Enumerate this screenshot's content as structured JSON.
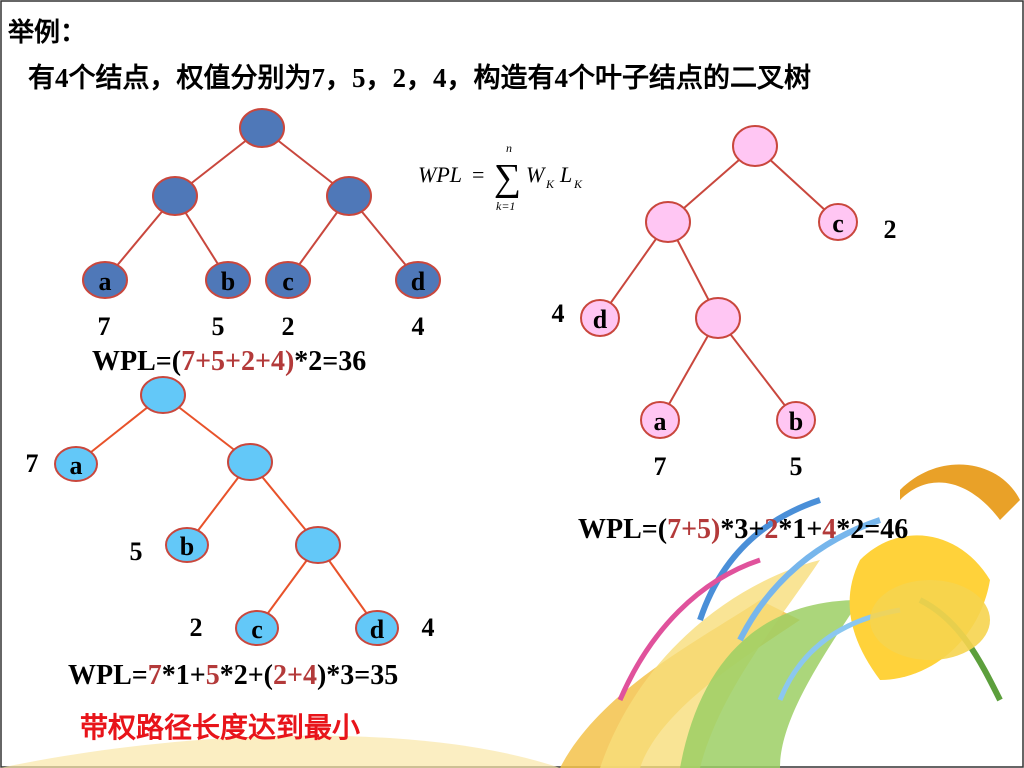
{
  "heading": "举例：",
  "subtitle": {
    "p1": "有",
    "n1": "4",
    "p2": "个结点，权值分别为",
    "n2": "7，5，2，4",
    "p3": "，构造有",
    "n3": "4",
    "p4": "个叶子结点的二叉树"
  },
  "formula": {
    "lhs": "WPL",
    "eq": "=",
    "sum": "∑",
    "top": "n",
    "bottom": "k=1",
    "w": "W",
    "ws": "K",
    "l": "L",
    "ls": "K"
  },
  "tree1": {
    "leaves": [
      "a",
      "b",
      "c",
      "d"
    ],
    "weights": [
      "7",
      "5",
      "2",
      "4"
    ],
    "wpl": {
      "a": "WPL=(",
      "b": "7",
      "c": "+",
      "d": "5",
      "e": "+",
      "f": "2",
      "g": "+",
      "h": "4",
      "i": ")",
      "j": "*2=36"
    }
  },
  "tree2": {
    "leaves": [
      "c",
      "d",
      "a",
      "b"
    ],
    "weights": [
      "2",
      "4",
      "7",
      "5"
    ],
    "wpl": {
      "a": "WPL=(",
      "b": "7",
      "c": "+",
      "d": "5",
      "e": ")",
      "f": "*3+",
      "g": "2",
      "h": "*1+",
      "i": "4",
      "j": "*2=46"
    }
  },
  "tree3": {
    "leaves": [
      "a",
      "b",
      "c",
      "d"
    ],
    "weights": [
      "7",
      "5",
      "2",
      "4"
    ],
    "wpl": {
      "a": "WPL=",
      "b": "7",
      "c": "*1+",
      "d": "5",
      "e": "*2+(",
      "f": "2",
      "g": "+",
      "h": "4",
      "i": ")",
      "j": "*3=35"
    }
  },
  "conclusion": "带权路径长度达到最小",
  "colors": {
    "tree1_node": "#4f78b8",
    "tree2_node": "#ffc6f3",
    "tree3_node": "#63c8f8",
    "edge": "#c9473d",
    "highlight": "#b33a3a",
    "conclusion": "#e8141a"
  }
}
